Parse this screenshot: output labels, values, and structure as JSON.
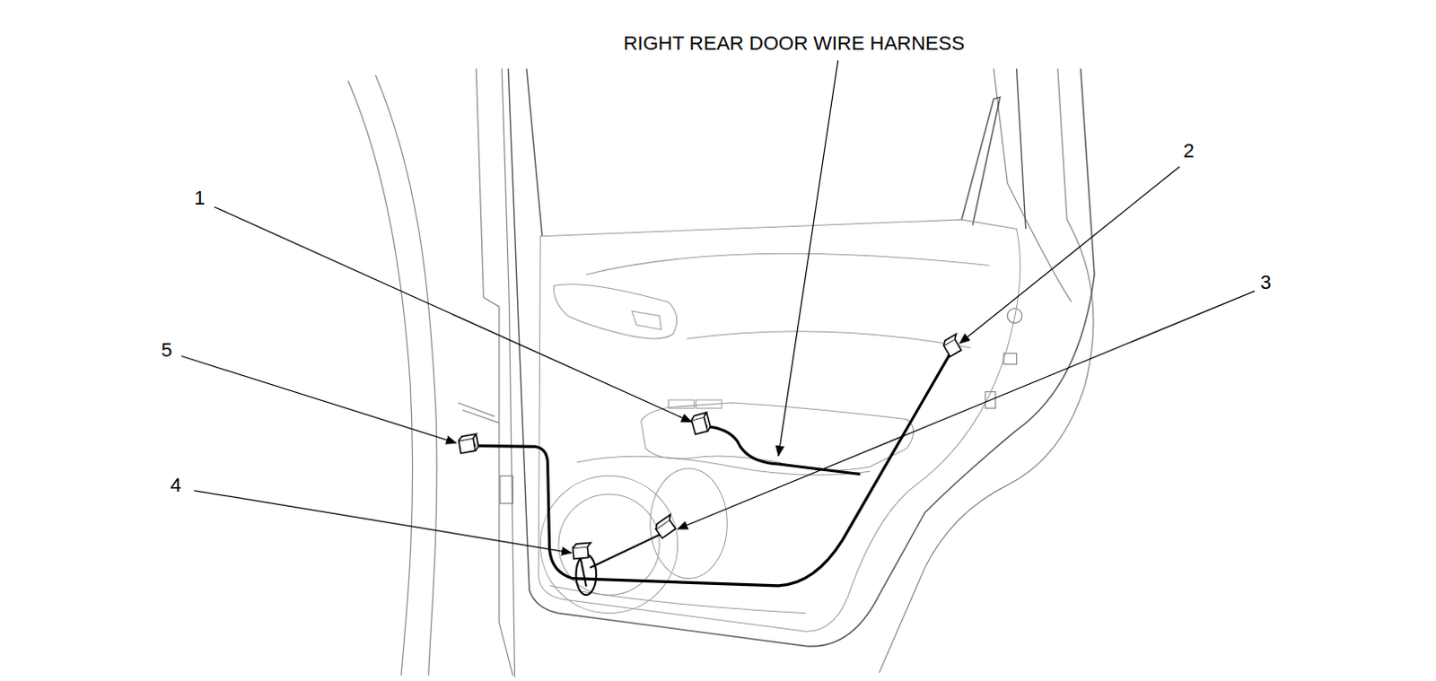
{
  "diagram": {
    "labels": [
      "RIGHT REAR DOOR WIRE HARNESS",
      "1",
      "2",
      "3",
      "4",
      "5"
    ]
  }
}
